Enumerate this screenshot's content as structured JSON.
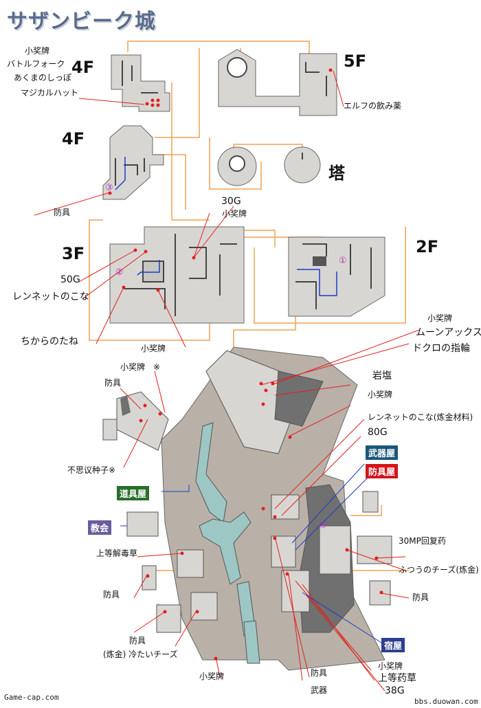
{
  "title": "サザンビーク城",
  "floors": {
    "f4_top": "4F",
    "f5": "5F",
    "f4_mid": "4F",
    "tower": "塔",
    "f3": "3F",
    "f2": "2F"
  },
  "labels": {
    "small_medal_1": "小奖牌",
    "battle_fork": "バトルフォーク",
    "devil_tail": "あくまのしっぽ",
    "magical_hat": "マジカルハット",
    "elf_potion": "エルフの飲み薬",
    "armor_4f": "防具",
    "g30": "30G",
    "small_medal_3f": "小奖牌",
    "g50": "50G",
    "rennet_3f": "レンネットのこな",
    "strength_seed": "ちからのたね",
    "small_medal_3f_b": "小奖牌",
    "small_medal_2f": "小奖牌",
    "moon_axe": "ムーンアックス",
    "skull_ring": "ドクロの指輪",
    "small_medal_note": "小奖牌　※",
    "armor_left": "防具",
    "rock_salt": "岩塩",
    "small_medal_r": "小奖牌",
    "rennet_alchemy": "レンネットのこな(炼金材料)",
    "g80": "80G",
    "mystery_seed": "不思议种子※",
    "herb_top": "上等解毒草",
    "armor_l2": "防具",
    "mp_potion": "30MP回复药",
    "cheese": "ふつうのチーズ(炼金)",
    "armor_r": "防具",
    "armor_l3": "防具",
    "cold_cheese": "(炼金) 冷たいチーズ",
    "small_medal_bottom": "小奖牌",
    "armor_b": "防具",
    "small_medal_b2": "小奖牌",
    "weapon_b": "武器",
    "top_herb": "上等药草",
    "g38": "38G"
  },
  "shops": {
    "weapon": "武器屋",
    "armor": "防具屋",
    "item": "道具屋",
    "church": "教会",
    "inn": "宿屋"
  },
  "markers": {
    "m1": "①",
    "m2": "②",
    "m3": "③",
    "m4": "④"
  },
  "footer": {
    "left": "Game-cap.com",
    "right": "bbs.duowan.com"
  },
  "colors": {
    "building": "#d8d6d2",
    "ground": "#b9b1a8",
    "water": "#9cc7c4",
    "orange_link": "#f0a050",
    "red_item": "#e0201e",
    "blue_route": "#1a3cc8",
    "weapon_shop": "#19577a",
    "armor_shop": "#d4141a",
    "item_shop": "#2a6e2a",
    "church": "#6a5c9c",
    "inn": "#2c3e8c"
  }
}
